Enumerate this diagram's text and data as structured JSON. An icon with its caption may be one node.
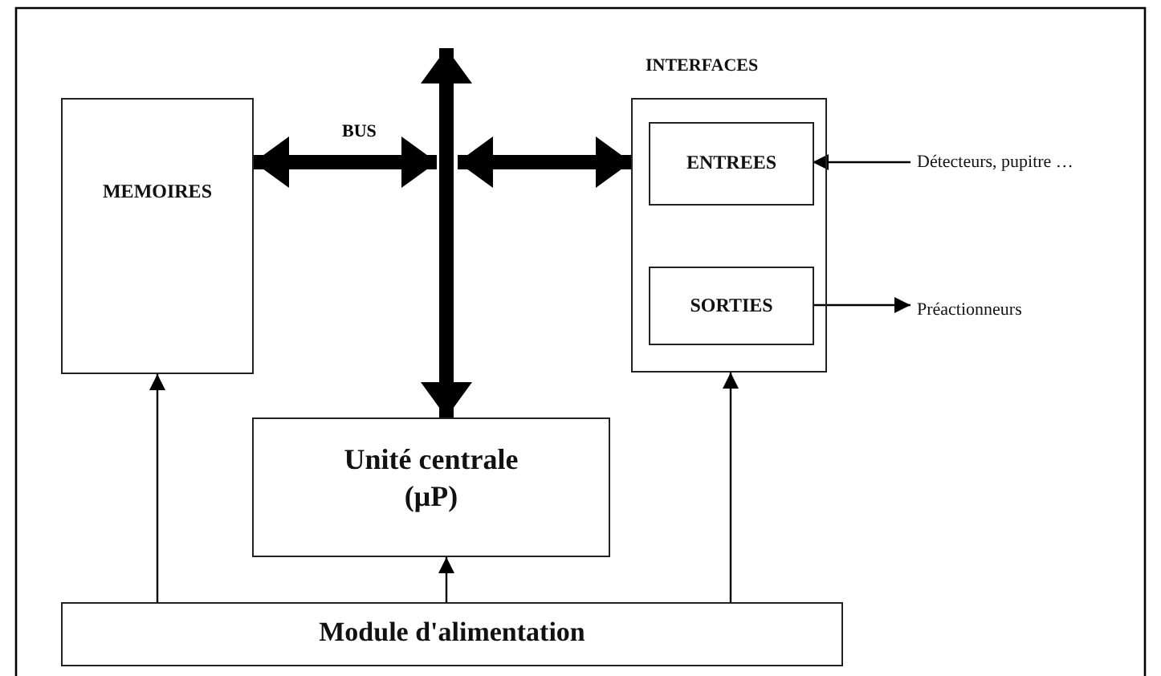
{
  "diagram": {
    "nodes": [
      {
        "text": [
          "MEMOIRES"
        ]
      },
      {
        "text": [
          "INTERFACES"
        ]
      },
      {
        "text": [
          "ENTREES"
        ],
        "in": 1
      },
      {
        "text": [
          "SORTIES"
        ],
        "in": 1
      },
      {
        "text": [
          "Unité centrale (μP)"
        ]
      },
      {
        "text": [
          "Module d'alimentation"
        ]
      },
      {
        "text": [
          "Détecteurs, pupitre …"
        ]
      },
      {
        "text": [
          "Préactionneurs"
        ]
      }
    ],
    "edges": [
      {
        "from": 0,
        "to": null,
        "arrow": "both",
        "style": "thick"
      },
      {
        "from": null,
        "to": 1,
        "arrow": "both",
        "style": "thick"
      },
      {
        "from": null,
        "to": 4,
        "arrow": "both",
        "style": "thick"
      },
      {
        "from": 5,
        "to": 0,
        "arrow": "to"
      },
      {
        "from": 5,
        "to": 4,
        "arrow": "to"
      },
      {
        "from": 5,
        "to": 1,
        "arrow": "to"
      },
      {
        "from": 6,
        "to": 2,
        "arrow": "to"
      },
      {
        "from": 3,
        "to": 7,
        "arrow": "to"
      }
    ],
    "labels": [
      "BUS"
    ]
  }
}
